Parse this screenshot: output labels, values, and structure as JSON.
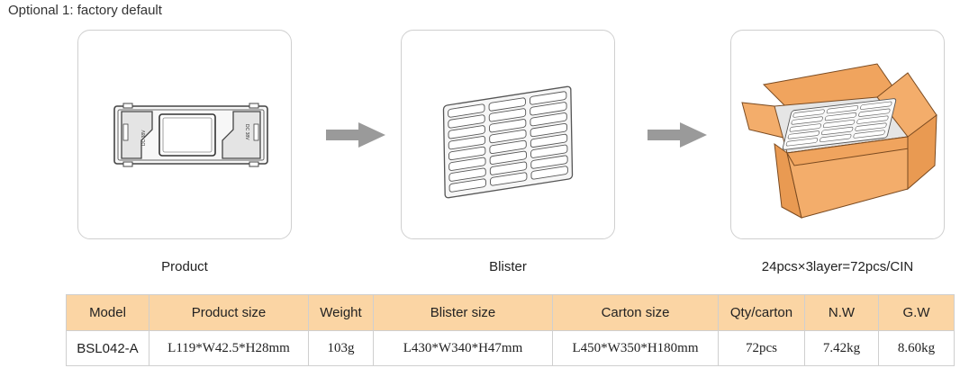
{
  "page_title": "Optional 1: factory default",
  "steps": [
    {
      "caption": "Product"
    },
    {
      "caption": "Blister"
    },
    {
      "caption": "24pcs×3layer=72pcs/CIN"
    }
  ],
  "product_markings": {
    "left": "DC 38V",
    "right": "DC 38V"
  },
  "colors": {
    "header_fill": "#fbd5a4",
    "arrow": "#9a9a9a",
    "carton": "#f3ad6b"
  },
  "table": {
    "headers": [
      "Model",
      "Product size",
      "Weight",
      "Blister size",
      "Carton size",
      "Qty/carton",
      "N.W",
      "G.W"
    ],
    "rows": [
      [
        "BSL042-A",
        "L119*W42.5*H28mm",
        "103g",
        "L430*W340*H47mm",
        "L450*W350*H180mm",
        "72pcs",
        "7.42kg",
        "8.60kg"
      ]
    ]
  }
}
